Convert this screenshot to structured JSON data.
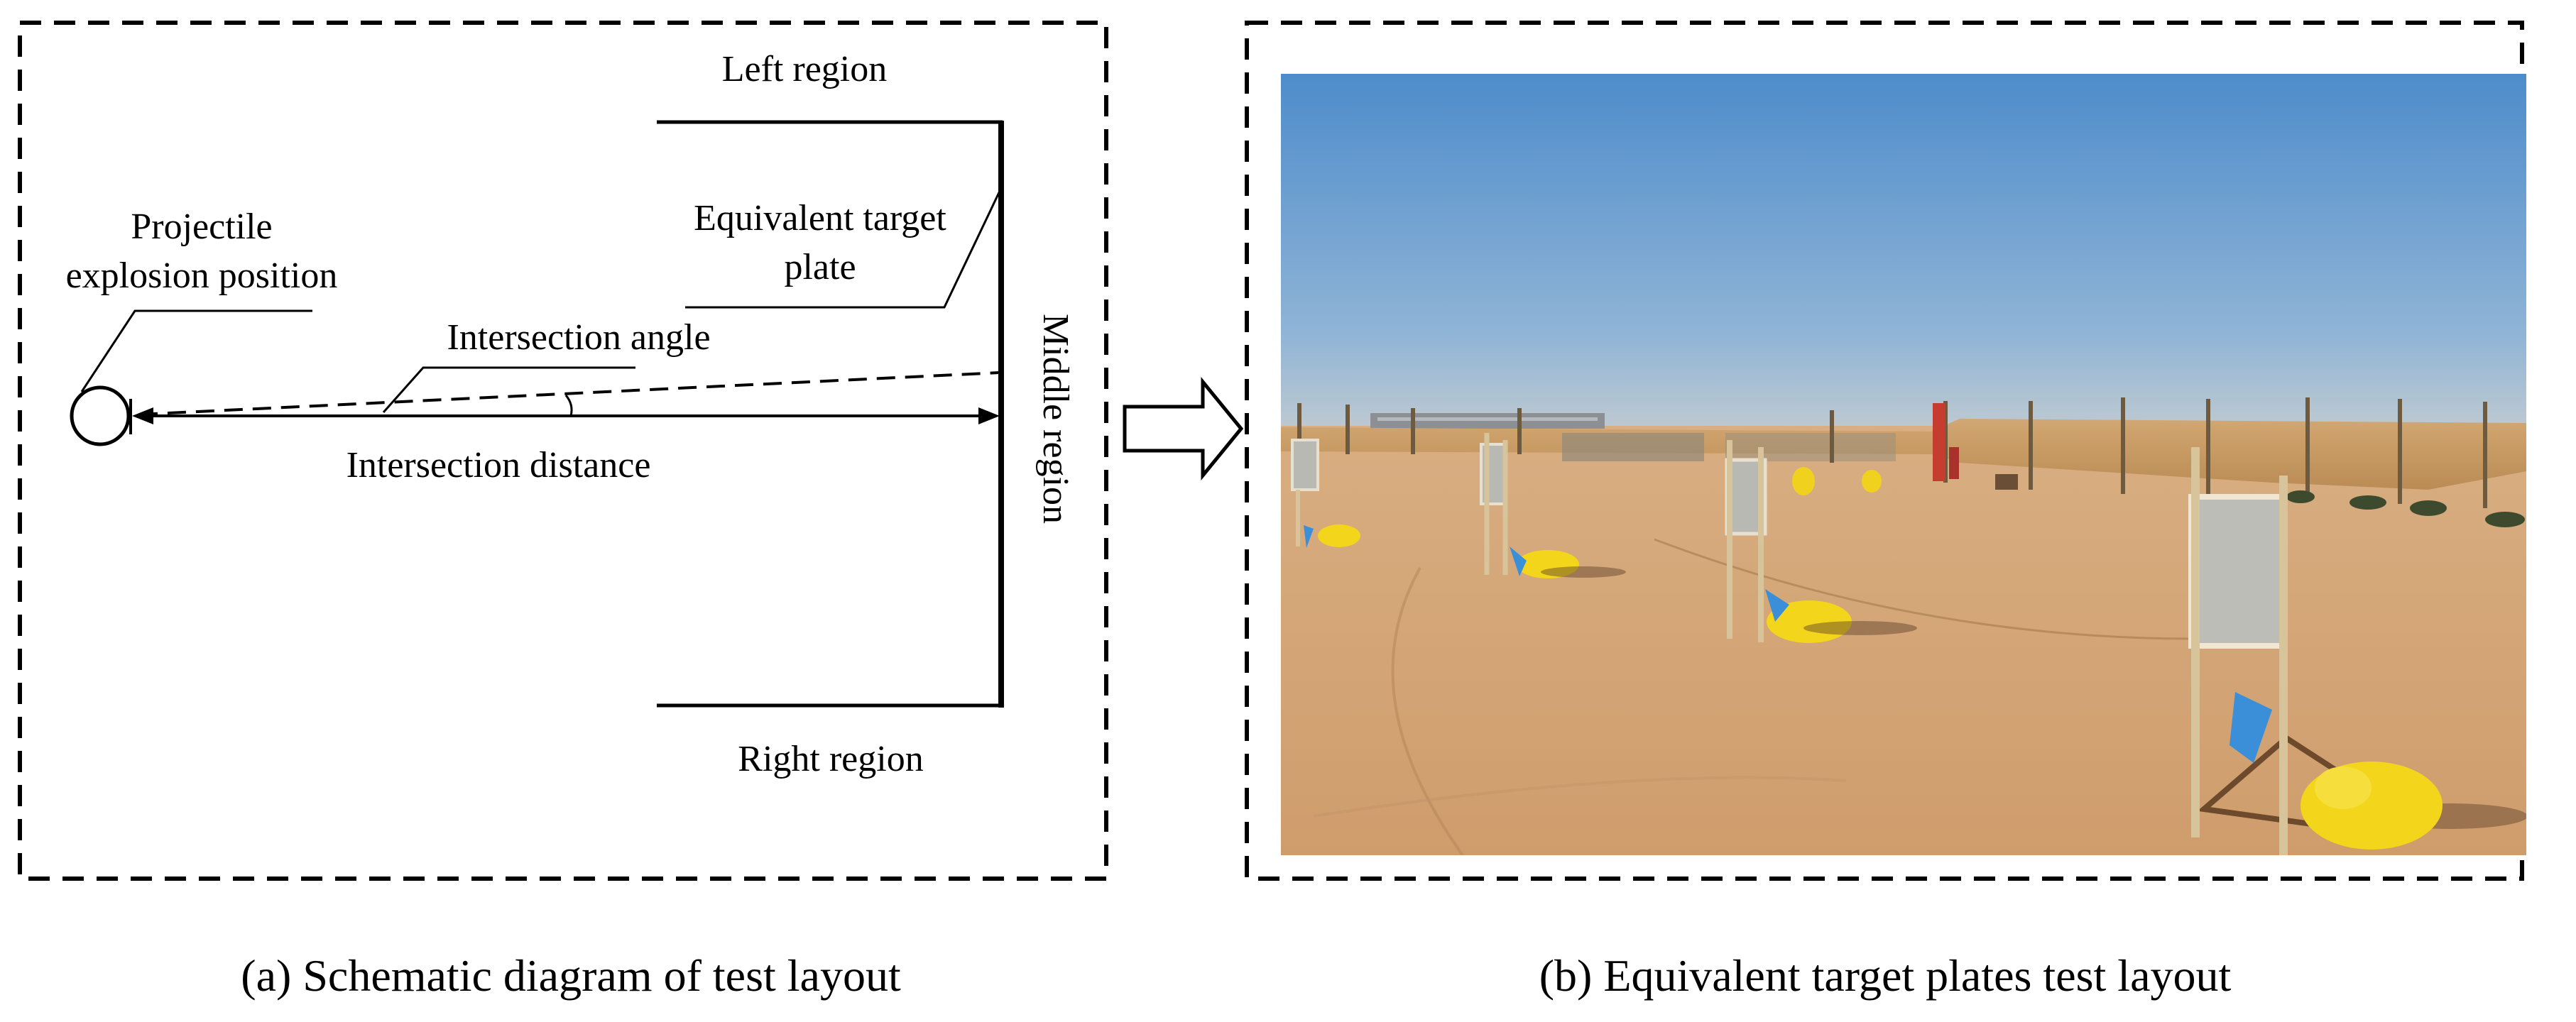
{
  "panel_a": {
    "caption": "(a) Schematic diagram of test layout",
    "labels": {
      "left_region": "Left region",
      "right_region": "Right region",
      "middle_region": "Middle region",
      "target_plate_line1": "Equivalent target",
      "target_plate_line2": "plate",
      "projectile_line1": "Projectile",
      "projectile_line2": "explosion position",
      "intersection_angle": "Intersection angle",
      "intersection_distance": "Intersection distance"
    }
  },
  "panel_b": {
    "caption": "(b) Equivalent target plates test layout",
    "photo": {
      "sky_top": "#4f8fcb",
      "sky_bottom": "#b3c6d6",
      "ground": "#d6a878",
      "fence": "#c99a5f",
      "bag": "#f3d51b",
      "flag": "#3b8fd8",
      "plate": "#b9b9b4"
    }
  },
  "colors": {
    "ink": "#000000",
    "background": "#ffffff"
  }
}
